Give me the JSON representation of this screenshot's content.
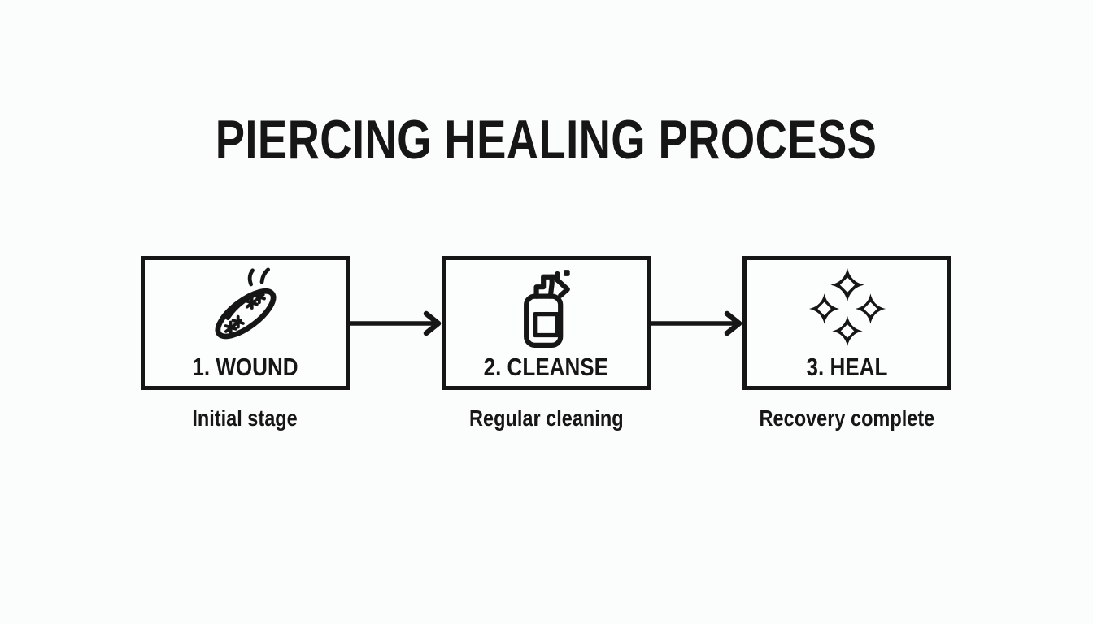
{
  "title": "PIERCING HEALING PROCESS",
  "colors": {
    "background": "#fbfcfc",
    "ink": "#161616"
  },
  "stages": [
    {
      "label": "1. WOUND",
      "caption": "Initial stage",
      "icon": "wound-icon"
    },
    {
      "label": "2. CLEANSE",
      "caption": "Regular cleaning",
      "icon": "spray-bottle-icon"
    },
    {
      "label": "3. HEAL",
      "caption": "Recovery complete",
      "icon": "sparkles-icon"
    }
  ],
  "connectors": [
    {
      "type": "arrow-right",
      "from": "1. WOUND",
      "to": "2. CLEANSE"
    },
    {
      "type": "arrow-right",
      "from": "2. CLEANSE",
      "to": "3. HEAL"
    }
  ]
}
